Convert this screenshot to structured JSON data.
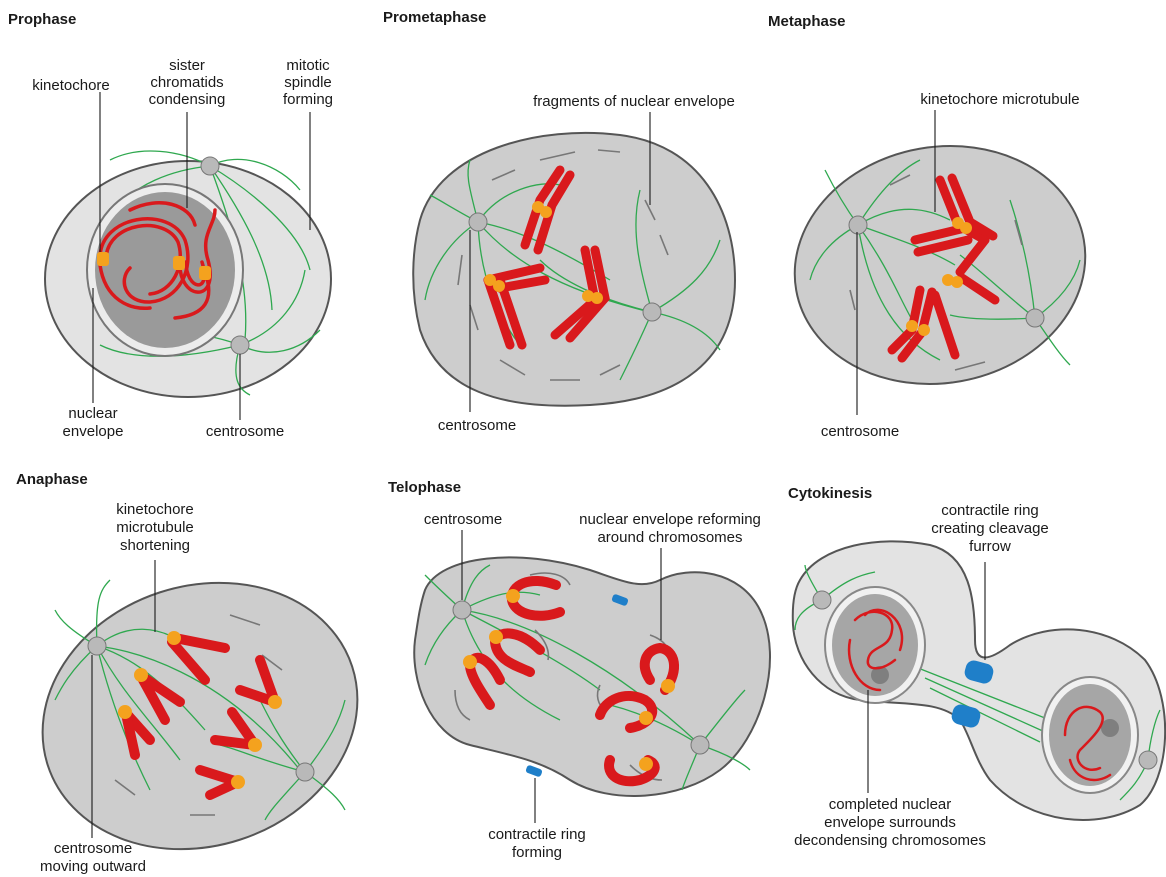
{
  "panels": {
    "prophase": {
      "title": "Prophase",
      "labels": {
        "kinetochore": "kinetochore",
        "sister_1": "sister",
        "sister_2": "chromatids",
        "sister_3": "condensing",
        "spindle_1": "mitotic",
        "spindle_2": "spindle",
        "spindle_3": "forming",
        "envelope_1": "nuclear",
        "envelope_2": "envelope",
        "centrosome": "centrosome"
      }
    },
    "prometaphase": {
      "title": "Prometaphase",
      "labels": {
        "fragments": "fragments of nuclear envelope",
        "centrosome": "centrosome"
      }
    },
    "metaphase": {
      "title": "Metaphase",
      "labels": {
        "kinetochore_mt": "kinetochore microtubule",
        "centrosome": "centrosome"
      }
    },
    "anaphase": {
      "title": "Anaphase",
      "labels": {
        "shortening_1": "kinetochore",
        "shortening_2": "microtubule",
        "shortening_3": "shortening",
        "moving_1": "centrosome",
        "moving_2": "moving outward"
      }
    },
    "telophase": {
      "title": "Telophase",
      "labels": {
        "centrosome": "centrosome",
        "reforming_1": "nuclear envelope reforming",
        "reforming_2": "around chromosomes",
        "ring_1": "contractile ring",
        "ring_2": "forming"
      }
    },
    "cytokinesis": {
      "title": "Cytokinesis",
      "labels": {
        "ring_1": "contractile ring",
        "ring_2": "creating cleavage",
        "ring_3": "furrow",
        "completed_1": "completed nuclear",
        "completed_2": "envelope surrounds",
        "completed_3": "decondensing chromosomes"
      }
    }
  },
  "colors": {
    "chromosome": "#d9191c",
    "kinetochore": "#f4a21e",
    "microtubule": "#2fa84f",
    "cytoplasm": "#cdcdcd",
    "contractile_ring": "#1f7fc9"
  }
}
